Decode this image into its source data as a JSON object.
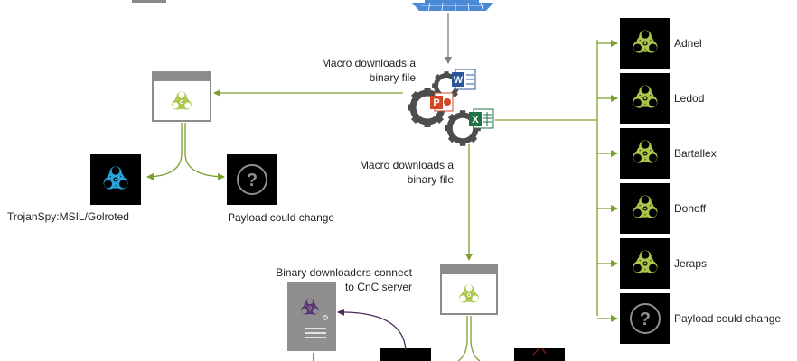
{
  "labels": {
    "macro_downloads_left": [
      "Macro downloads a",
      "binary file"
    ],
    "macro_downloads_center": [
      "Macro downloads a",
      "binary file"
    ],
    "binary_downloaders": [
      "Binary downloaders connect",
      "to CnC server"
    ],
    "trojanspy": "TrojanSpy:MSIL/Golroted",
    "payload_left": "Payload could change"
  },
  "families": [
    {
      "label": "Adnel",
      "icon": "biohazard-icon"
    },
    {
      "label": "Ledod",
      "icon": "biohazard-icon"
    },
    {
      "label": "Bartallex",
      "icon": "biohazard-icon"
    },
    {
      "label": "Donoff",
      "icon": "biohazard-icon"
    },
    {
      "label": "Jeraps",
      "icon": "biohazard-icon"
    },
    {
      "label": "Payload could change",
      "icon": "question-icon"
    }
  ],
  "office_apps": [
    {
      "letter": "W",
      "color": "#2b579a",
      "name": "word"
    },
    {
      "letter": "P",
      "color": "#d24726",
      "name": "powerpoint"
    },
    {
      "letter": "X",
      "color": "#217346",
      "name": "excel"
    }
  ],
  "colors": {
    "green_arrow": "#7aa02c",
    "gray_arrow": "#808080",
    "purple_arrow": "#4b2a5c",
    "biohazard_green": "#a9c74a",
    "biohazard_blue": "#29a3d9",
    "biohazard_purple": "#5a3372",
    "laptop_blue": "#4a89d6",
    "gear_gray": "#4d4d4d"
  }
}
